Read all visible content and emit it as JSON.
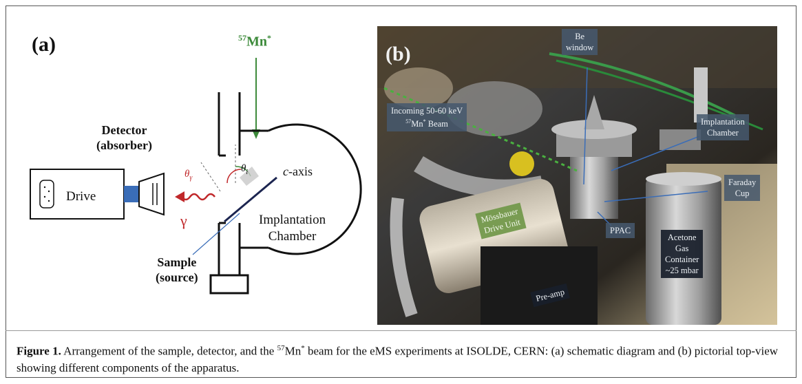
{
  "panel_a": {
    "letter": "(a)",
    "beam_label_super": "57",
    "beam_label_main": "Mn",
    "beam_label_star": "*",
    "detector_line1": "Detector",
    "detector_line2": "(absorber)",
    "drive_label": "Drive",
    "gamma_label": "γ",
    "theta_gamma_base": "θ",
    "theta_gamma_sub": "γ",
    "theta_i_base": "θ",
    "theta_i_sub": "i",
    "caxis_italic": "c",
    "caxis_rest": "-axis",
    "chamber_line1": "Implantation",
    "chamber_line2": "Chamber",
    "sample_line1": "Sample",
    "sample_line2": "(source)",
    "colors": {
      "beam": "#3c8a3a",
      "gamma": "#c0282a",
      "drive_connector": "#3a6db8",
      "c_axis": "#1c2550"
    }
  },
  "panel_b": {
    "letter": "(b)",
    "labels": {
      "be_window_1": "Be",
      "be_window_2": "window",
      "incoming_1": "Incoming 50-60 keV",
      "incoming_2_super": "57",
      "incoming_2_main": "Mn",
      "incoming_2_star": "*",
      "incoming_2_rest": " Beam",
      "implantation_1": "Implantation",
      "implantation_2": "Chamber",
      "faraday_1": "Faraday",
      "faraday_2": "Cup",
      "mossbauer_1": "Mössbauer",
      "mossbauer_2": "Drive Unit",
      "ppac": "PPAC",
      "acetone_1": "Acetone",
      "acetone_2": "Gas",
      "acetone_3": "Container",
      "acetone_4": "~25 mbar",
      "preamp": "Pre-amp"
    }
  },
  "caption": {
    "label": "Figure 1.",
    "text_before_super": "Arrangement of the sample, detector, and the ",
    "super": "57",
    "main": "Mn",
    "star": "*",
    "text_after": " beam for the eMS experiments at ISOLDE, CERN: (a) schematic diagram and (b) pictorial top-view showing different components of the apparatus."
  }
}
